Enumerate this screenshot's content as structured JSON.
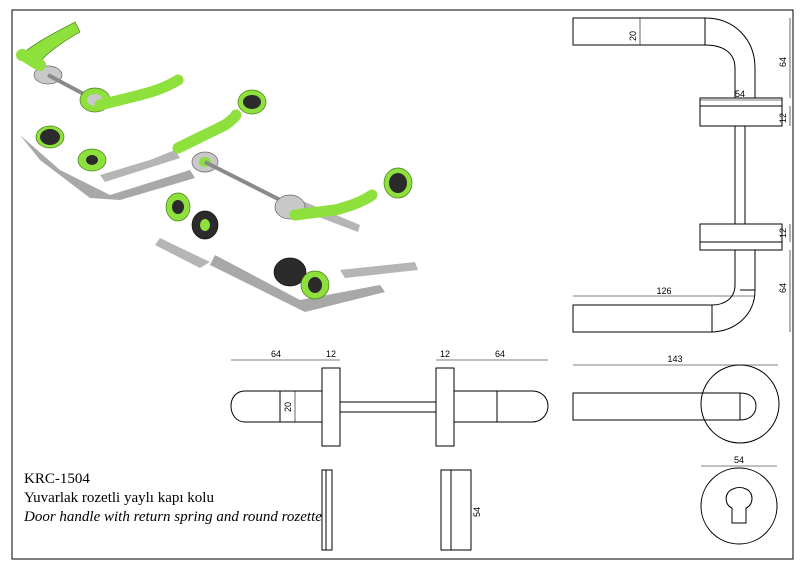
{
  "product": {
    "code": "KRC-1504",
    "name_tr": "Yuvarlak rozetli yaylı kapı kolu",
    "name_en": "Door handle with return spring and round rozette"
  },
  "dimensions": {
    "top_grip_thickness": "20",
    "top_height": "64",
    "rosette_width_top": "54",
    "rosette_thickness_top": "12",
    "rosette_thickness_bottom": "12",
    "bottom_height": "64",
    "lever_length_side": "126",
    "left_lever_length": "64",
    "left_rosette": "12",
    "right_rosette": "12",
    "right_lever_length": "64",
    "grip_thickness_front": "20",
    "lever_length_top": "143",
    "rosette_diameter": "54",
    "rosette_diameter_side": "54"
  },
  "colors": {
    "handle_green": "#8ee03c",
    "rosette_dark": "#2b2b2b",
    "metal": "#c8c8c8",
    "shadow": "#9a9a9a",
    "line": "#000000"
  }
}
